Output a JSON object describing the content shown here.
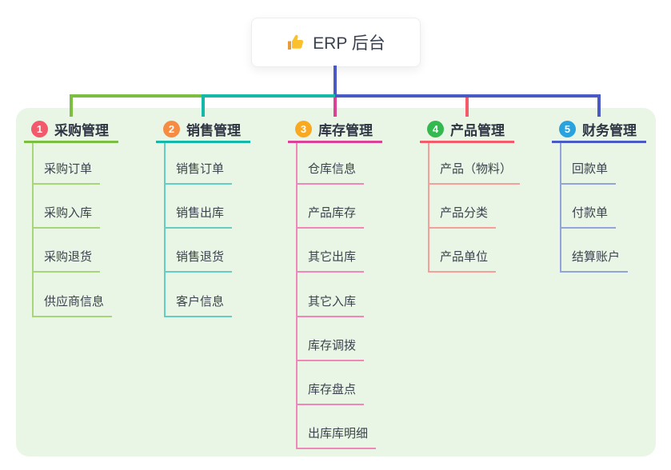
{
  "root_node": {
    "title": "ERP 后台",
    "icon": "thumbs-up-icon",
    "connector_color": "#4a5ac4",
    "text_color": "#3a4150"
  },
  "container": {
    "bg": "#e9f6e6"
  },
  "palette": {
    "header_text": "#2f3542",
    "child_text": "#3d434d"
  },
  "branches": [
    {
      "index": "1",
      "label": "采购管理",
      "circle_color": "#f2596a",
      "line_color": "#7cbe41",
      "light_color": "#a8d57a",
      "children": [
        "采购订单",
        "采购入库",
        "采购退货",
        "供应商信息"
      ]
    },
    {
      "index": "2",
      "label": "销售管理",
      "circle_color": "#f68b42",
      "line_color": "#14b8a8",
      "light_color": "#63cfc2",
      "children": [
        "销售订单",
        "销售出库",
        "销售退货",
        "客户信息"
      ]
    },
    {
      "index": "3",
      "label": "库存管理",
      "circle_color": "#f8a921",
      "line_color": "#da4298",
      "light_color": "#ef87b8",
      "children": [
        "仓库信息",
        "产品库存",
        "其它出库",
        "其它入库",
        "库存调拨",
        "库存盘点",
        "出库库明细"
      ]
    },
    {
      "index": "4",
      "label": "产品管理",
      "circle_color": "#33b950",
      "line_color": "#f45b6a",
      "light_color": "#f59e9a",
      "children": [
        "产品（物料）",
        "产品分类",
        "产品单位"
      ]
    },
    {
      "index": "5",
      "label": "财务管理",
      "circle_color": "#29a2de",
      "line_color": "#4a5ac4",
      "light_color": "#93a3dc",
      "children": [
        "回款单",
        "付款单",
        "结算账户"
      ]
    }
  ]
}
